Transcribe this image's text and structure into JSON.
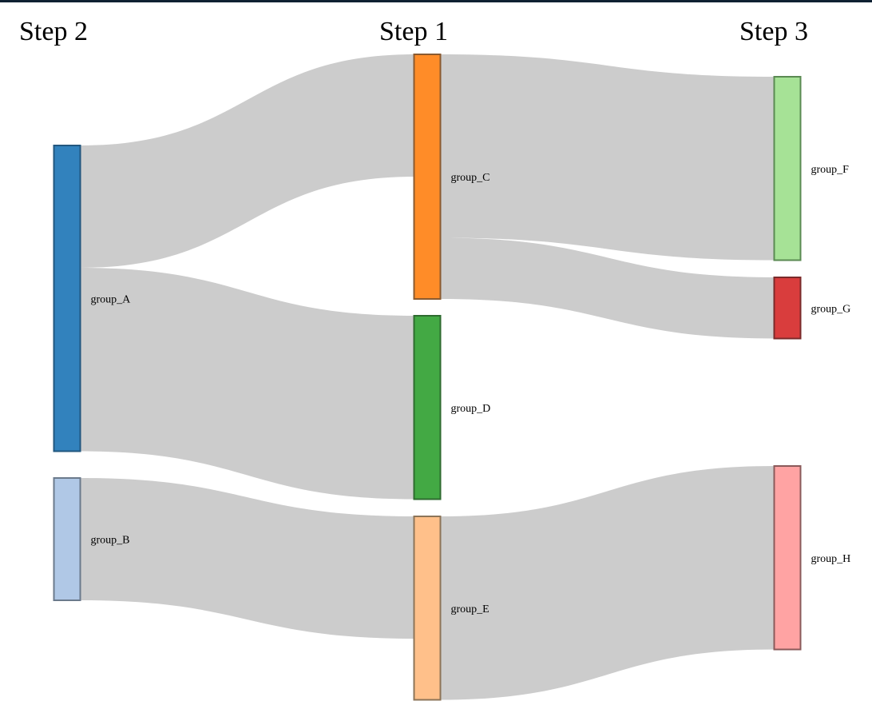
{
  "columns": [
    {
      "id": "left",
      "title": "Step 2"
    },
    {
      "id": "middle",
      "title": "Step 1"
    },
    {
      "id": "right",
      "title": "Step 3"
    }
  ],
  "nodes": [
    {
      "id": "group_A",
      "label": "group_A",
      "column": "left",
      "color": "#3282bd",
      "stroke": "#22577f"
    },
    {
      "id": "group_B",
      "label": "group_B",
      "column": "left",
      "color": "#b0c8e6",
      "stroke": "#6b7a8c"
    },
    {
      "id": "group_C",
      "label": "group_C",
      "column": "middle",
      "color": "#ff8c28",
      "stroke": "#8a5a30"
    },
    {
      "id": "group_D",
      "label": "group_D",
      "column": "middle",
      "color": "#43a944",
      "stroke": "#2e6b2f"
    },
    {
      "id": "group_E",
      "label": "group_E",
      "column": "middle",
      "color": "#ffc08a",
      "stroke": "#8c7458"
    },
    {
      "id": "group_F",
      "label": "group_F",
      "column": "right",
      "color": "#a6e296",
      "stroke": "#5a8a52"
    },
    {
      "id": "group_G",
      "label": "group_G",
      "column": "right",
      "color": "#d93d3d",
      "stroke": "#7a2a2a"
    },
    {
      "id": "group_H",
      "label": "group_H",
      "column": "right",
      "color": "#ffa3a3",
      "stroke": "#8a5a5a"
    }
  ],
  "links": [
    {
      "source": "group_A",
      "target": "group_C",
      "value": 2
    },
    {
      "source": "group_A",
      "target": "group_D",
      "value": 3
    },
    {
      "source": "group_B",
      "target": "group_E",
      "value": 2
    },
    {
      "source": "group_C",
      "target": "group_F",
      "value": 3
    },
    {
      "source": "group_C",
      "target": "group_G",
      "value": 1
    },
    {
      "source": "group_E",
      "target": "group_H",
      "value": 3
    }
  ],
  "link_color": "#cccccc"
}
